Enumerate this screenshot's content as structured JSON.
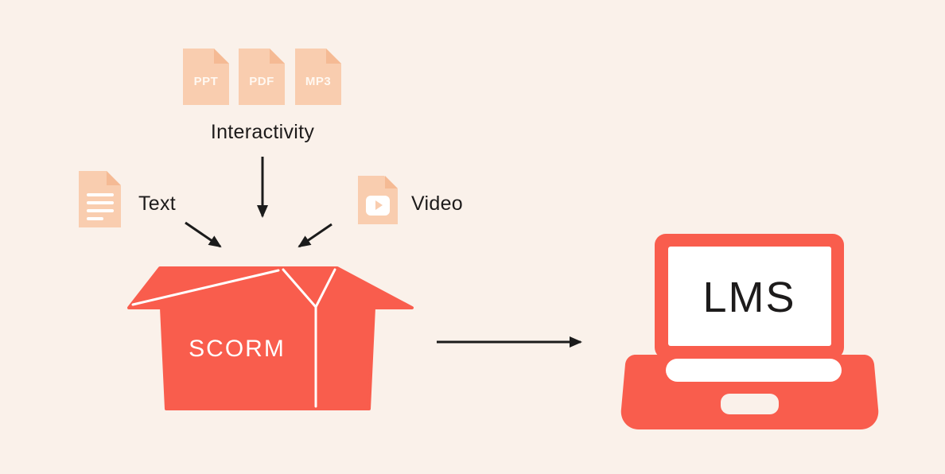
{
  "colors": {
    "background": "#FAF1EA",
    "coral": "#F95D4D",
    "peach": "#F9CDAF",
    "peach_dark": "#F5BA94",
    "ink": "#1D1B1B",
    "white": "#FFFFFF"
  },
  "badges": [
    {
      "label": "PPT"
    },
    {
      "label": "PDF"
    },
    {
      "label": "MP3"
    }
  ],
  "labels": {
    "interactivity": "Interactivity",
    "text": "Text",
    "video": "Video"
  },
  "box": {
    "label": "SCORM"
  },
  "laptop": {
    "label": "LMS"
  }
}
